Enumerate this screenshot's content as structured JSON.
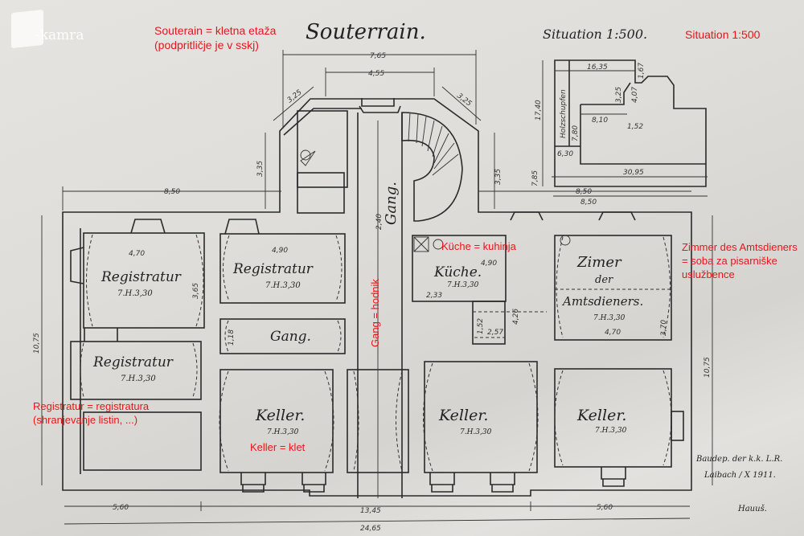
{
  "watermark": {
    "logo_text": "-kamra"
  },
  "drawing": {
    "title": "Souterrain.",
    "situation_title": "Situation 1:500.",
    "signature_line1": "Baudep. der k.k. L.R.",
    "signature_line2": "Laibach / X 1911.",
    "signature_name": "Hauuš."
  },
  "rooms": {
    "registratur_1": {
      "name": "Registratur",
      "height": "7.H.3,30",
      "width_dim": "4,70",
      "depth_dim": "3,65"
    },
    "registratur_2": {
      "name": "Registratur",
      "height": "7.H.3,30",
      "width_dim": "4,90"
    },
    "registratur_3": {
      "name": "Registratur",
      "height": "7.H.3,30"
    },
    "gang_small": {
      "name": "Gang.",
      "dim": "1,18"
    },
    "gang_main": {
      "name": "Gang.",
      "dim": "2,40"
    },
    "kueche": {
      "name": "Küche.",
      "height": "7.H.3,30",
      "width_dim": "4,90",
      "dim_a": "2,33",
      "dim_b": "4,26",
      "dim_c": "1,52",
      "dim_d": "2,57"
    },
    "zimmer": {
      "name_line1": "Zimer",
      "name_line2": "der",
      "name_line3": "Amtsdieners.",
      "height": "7.H.3,30",
      "width_dim": "4,70",
      "depth_dim": "3,70"
    },
    "keller_1": {
      "name": "Keller.",
      "height": "7.H.3,30"
    },
    "keller_2": {
      "name": "Keller.",
      "height": "7.H.3,30"
    },
    "keller_3": {
      "name": "Keller.",
      "height": "7.H.3,30"
    }
  },
  "dimensions": {
    "top_outer": "7,65",
    "top_inner": "4,55",
    "diag_left": "3,25",
    "diag_right": "3,25",
    "side_left": "3,35",
    "side_right": "3,35",
    "left_wing": "8,50",
    "right_wing": "8,50",
    "left_total": "10,75",
    "right_total": "10,75",
    "bottom_left": "5,60",
    "bottom_center": "13,45",
    "bottom_right": "5,60",
    "bottom_total": "24,65"
  },
  "situation": {
    "dim_top": "16,35",
    "dim_side": "17,40",
    "dim_label_vert": "Holzschupfen",
    "dim_inner1": "8,10",
    "dim_inner2": "1,52",
    "dim_inner3": "3,25",
    "dim_inner4": "4,07",
    "dim_inner5": "1,67",
    "dim_inner6": "6,30",
    "dim_inner7": "7,85",
    "dim_inner8": "7,80",
    "dim_bottom": "30,95",
    "dim_base": "8,50"
  },
  "annotations": {
    "souterrain_line1": "Souterain = kletna etaža",
    "souterrain_line2": "(podpritličje je v sskj)",
    "situation": "Situation 1:500",
    "kueche": "Küche = kuhinja",
    "zimmer_line1": "Zimmer des Amtsdieners",
    "zimmer_line2": "= soba za pisarniške",
    "zimmer_line3": "uslužbence",
    "gang": "Gang = hodnik",
    "registratur_line1": "Registratur = registratura",
    "registratur_line2": "(shranjevanje listin, ...)",
    "keller": "Keller = klet"
  },
  "colors": {
    "annotation": "#e8151b",
    "ink": "#2a2a2a",
    "paper": "#e2e0dc"
  }
}
